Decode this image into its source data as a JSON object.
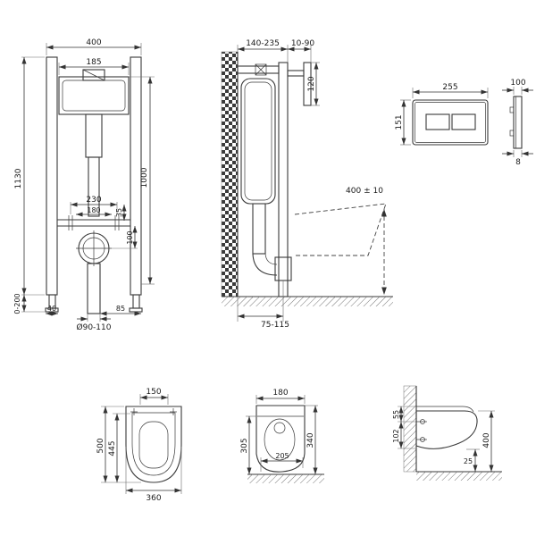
{
  "frame_front": {
    "width_top": "400",
    "cistern_width": "185",
    "total_height": "1130",
    "inner_height": "1000",
    "bolt_spacing": "230",
    "bolt_spacing_inner": "180",
    "bracket_offset": "35",
    "drain_offset_height": "100",
    "feet_range": "0-200",
    "foot_width": "40",
    "drain_side_offset": "85",
    "drain_diameter": "Ø90-110"
  },
  "frame_side": {
    "depth_range": "140-235",
    "wall_clearance": "10-90",
    "plate_cutout_height": "120",
    "seat_height": "400 ± 10",
    "drain_depth_range": "75-115"
  },
  "flush_plate": {
    "width": "255",
    "height": "151",
    "side_width": "100",
    "thickness": "8"
  },
  "toilet_top": {
    "tank_width": "150",
    "length": "500",
    "inner_length": "445",
    "width": "360"
  },
  "toilet_front": {
    "mount_width": "180",
    "front_height": "305",
    "bottom_width": "205",
    "total_height": "340"
  },
  "toilet_side": {
    "top_offset": "55",
    "mount_spacing": "102",
    "floor_clearance": "25",
    "height": "400"
  }
}
